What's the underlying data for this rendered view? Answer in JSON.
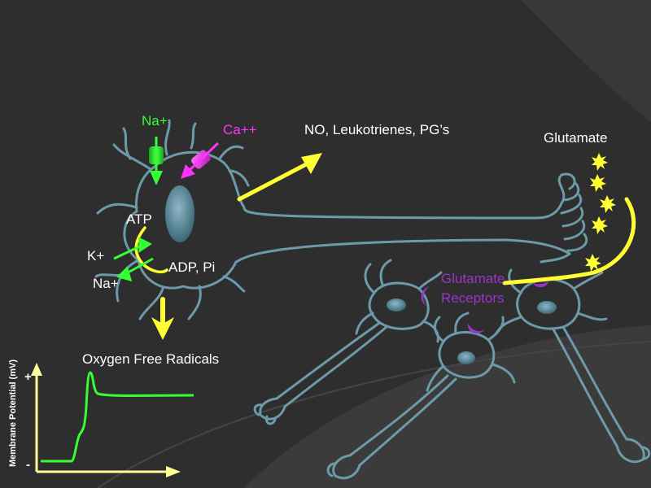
{
  "labels": {
    "sodium_in": "Na+",
    "calcium_in": "Ca++",
    "mediators": "NO, Leukotrienes, PG’s",
    "glutamate": "Glutamate",
    "atp": "ATP",
    "potassium": "K+",
    "adp": "ADP, Pi",
    "sodium_pump": "Na+",
    "receptors_line1": "Glutamate",
    "receptors_line2": "Receptors",
    "radicals": "Oxygen Free Radicals",
    "plot_ylabel": "Membrane Potential (mV)",
    "plot_plus": "+",
    "plot_minus": "-"
  },
  "colors": {
    "background": "#2e2e2e",
    "neuron": "#6d9aa9",
    "yellow": "#ffff33",
    "green": "#33ff33",
    "magenta": "#ff33ff",
    "purple": "#9933cc",
    "plot_axis": "#ffff99",
    "plot_curve": "#33ff33"
  }
}
